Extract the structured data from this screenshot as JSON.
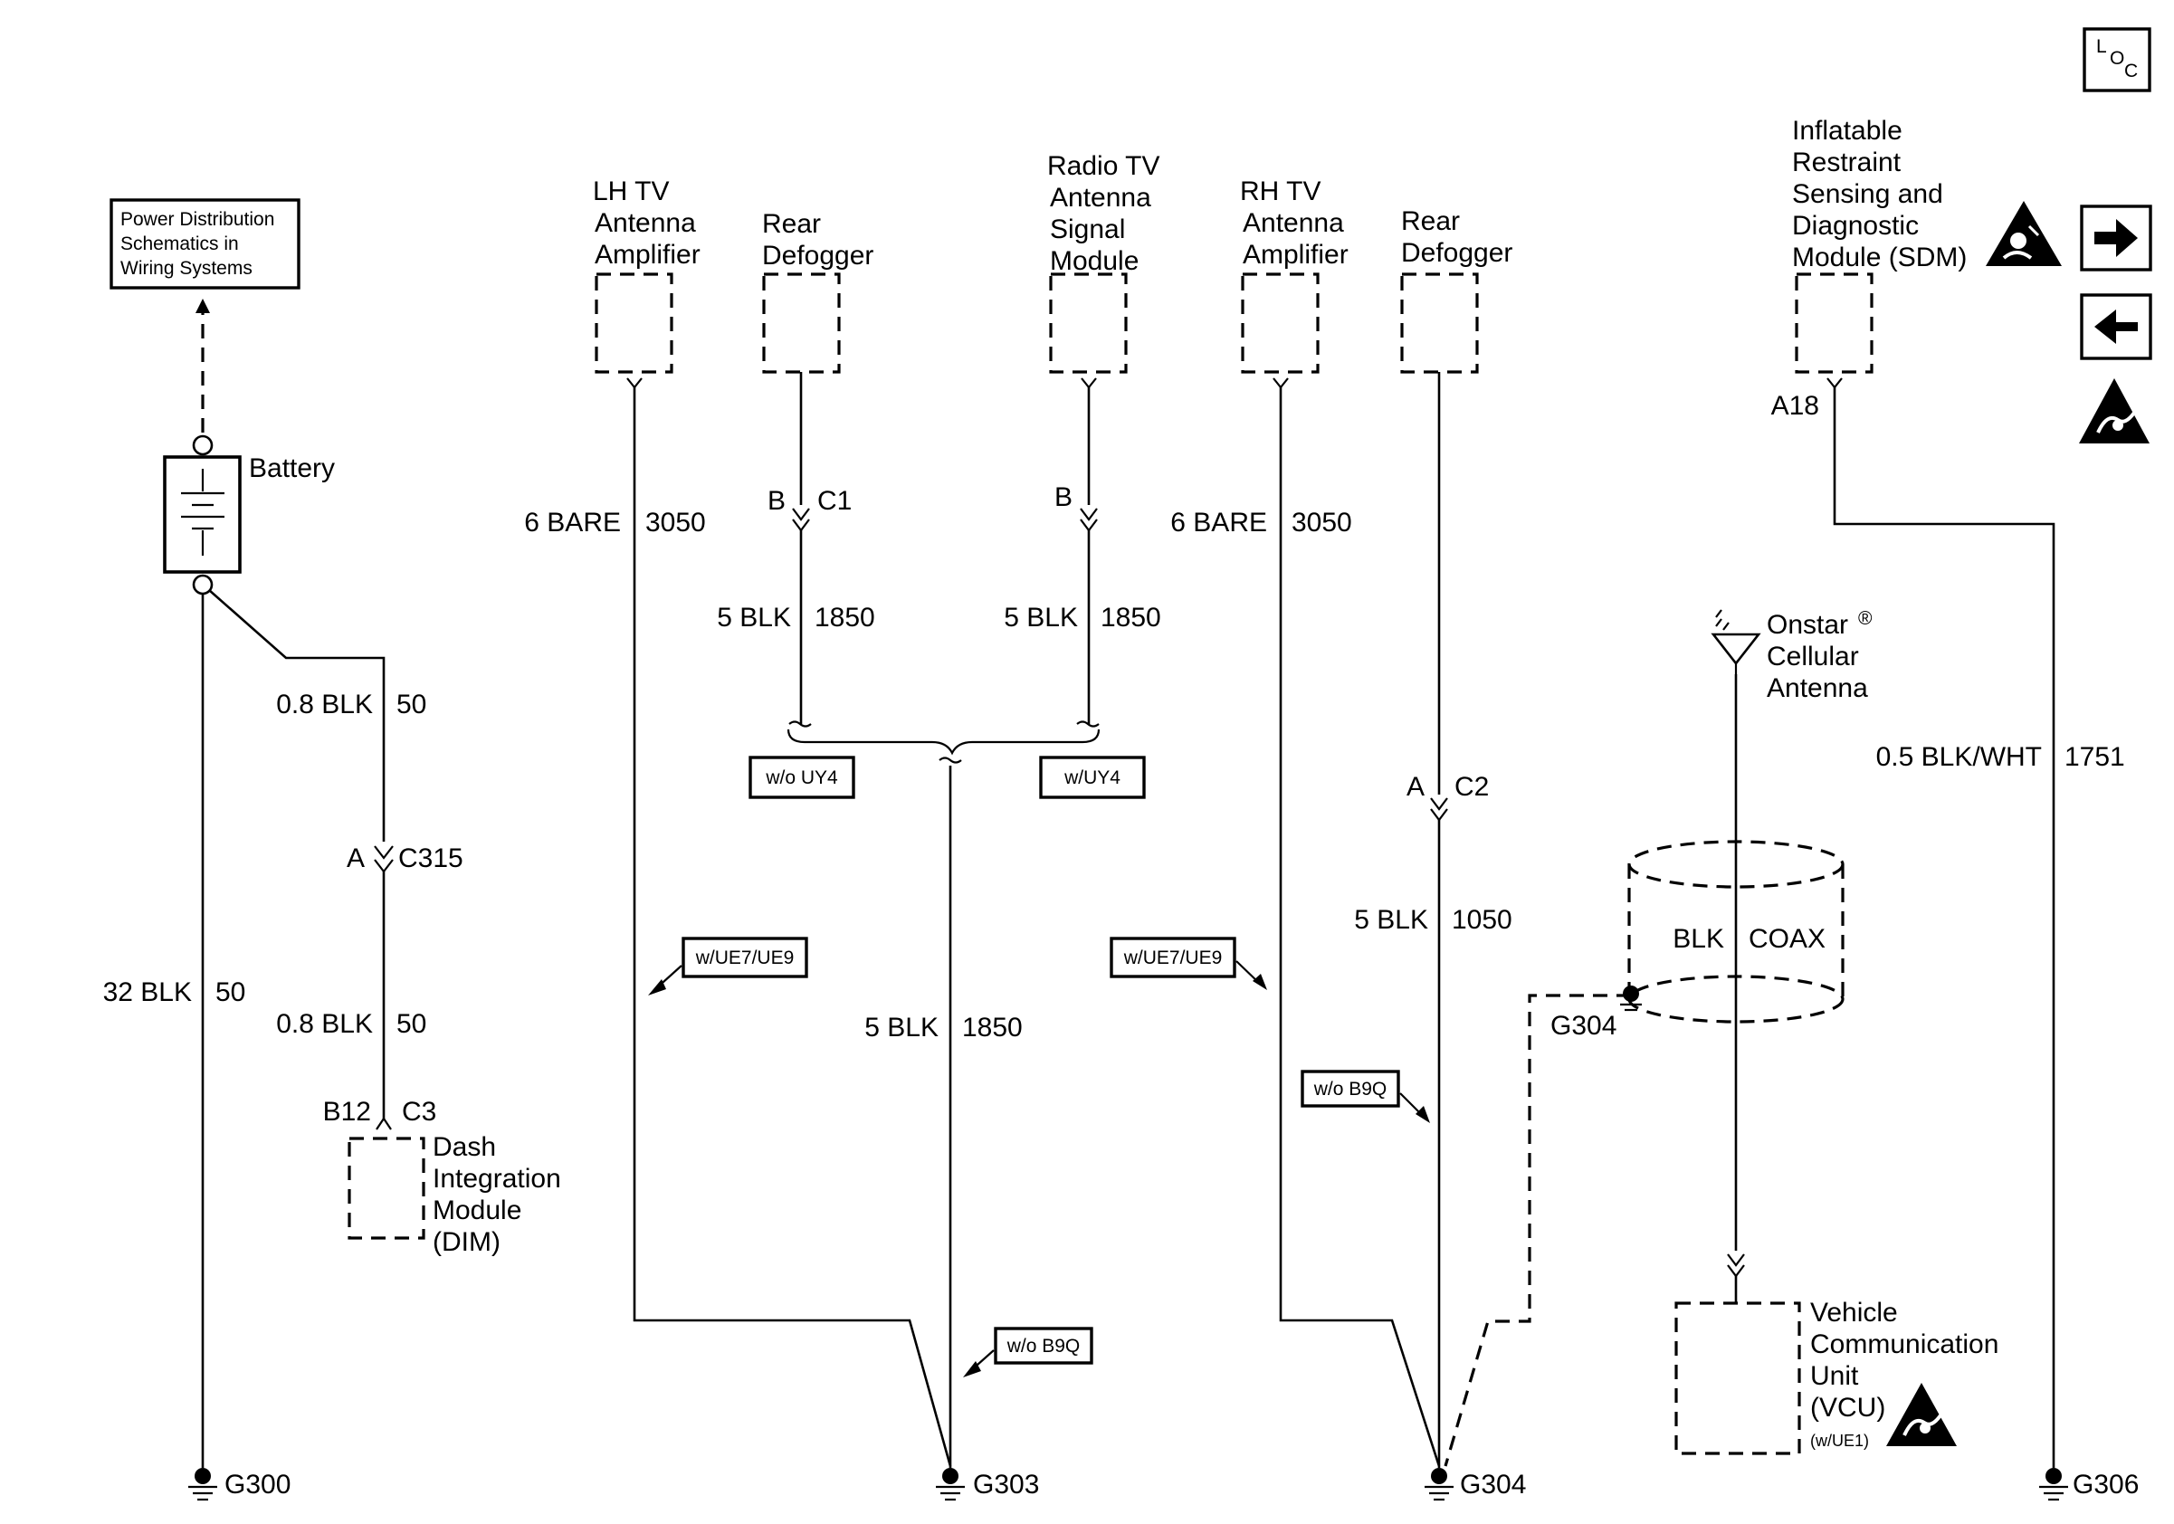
{
  "loc_icon": "LOC",
  "nav": {
    "forward": "arrow-right-icon",
    "back": "arrow-left-icon",
    "esd": "esd-warning-icon"
  },
  "power_ref": {
    "line1": "Power Distribution",
    "line2": "Schematics in",
    "line3": "Wiring Systems"
  },
  "battery": {
    "label": "Battery"
  },
  "wires": {
    "bat_ground": {
      "gauge": "32 BLK",
      "circuit": "50"
    },
    "bat_upper": {
      "gauge": "0.8 BLK",
      "circuit": "50"
    },
    "bat_lower": {
      "gauge": "0.8 BLK",
      "circuit": "50"
    },
    "lh_amp": {
      "gauge": "6 BARE",
      "circuit": "3050"
    },
    "defog1": {
      "gauge": "5 BLK",
      "circuit": "1850"
    },
    "radio": {
      "gauge": "5 BLK",
      "circuit": "1850"
    },
    "g303_main": {
      "gauge": "5 BLK",
      "circuit": "1850"
    },
    "rh_amp": {
      "gauge": "6 BARE",
      "circuit": "3050"
    },
    "defog2": {
      "gauge": "5 BLK",
      "circuit": "1050"
    },
    "coax": {
      "gauge": "BLK",
      "circuit": "COAX"
    },
    "sdm": {
      "gauge": "0.5 BLK/WHT",
      "circuit": "1751"
    }
  },
  "connectors": {
    "c315": {
      "pin": "A",
      "name": "C315"
    },
    "c3": {
      "pin": "B12",
      "name": "C3"
    },
    "c1": {
      "pin": "B",
      "name": "C1"
    },
    "radio_pin": {
      "pin": "B"
    },
    "c2": {
      "pin": "A",
      "name": "C2"
    },
    "sdm_pin": {
      "pin": "A18"
    }
  },
  "modules": {
    "dim": {
      "line1": "Dash",
      "line2": "Integration",
      "line3": "Module",
      "line4": "(DIM)"
    },
    "lh_amp": {
      "line1": "LH TV",
      "line2": "Antenna",
      "line3": "Amplifier"
    },
    "defog1": {
      "line1": "Rear",
      "line2": "Defogger"
    },
    "radio": {
      "line1": "Radio TV",
      "line2": "Antenna",
      "line3": "Signal",
      "line4": "Module"
    },
    "rh_amp": {
      "line1": "RH TV",
      "line2": "Antenna",
      "line3": "Amplifier"
    },
    "defog2": {
      "line1": "Rear",
      "line2": "Defogger"
    },
    "sdm": {
      "line1": "Inflatable",
      "line2": "Restraint",
      "line3": "Sensing and",
      "line4": "Diagnostic",
      "line5": "Module (SDM)"
    },
    "onstar": {
      "line1": "Onstar",
      "reg": "®",
      "line2": "Cellular",
      "line3": "Antenna"
    },
    "vcu": {
      "line1": "Vehicle",
      "line2": "Communication",
      "line3": "Unit",
      "line4": "(VCU)",
      "line5": "(w/UE1)"
    }
  },
  "options": {
    "wo_uy4": "w/o UY4",
    "w_uy4": "w/UY4",
    "ue7_left": "w/UE7/UE9",
    "ue7_right": "w/UE7/UE9",
    "wo_b9q_left": "w/o B9Q",
    "wo_b9q_right": "w/o B9Q"
  },
  "grounds": {
    "g300": "G300",
    "g303": "G303",
    "g304": "G304",
    "g304_splice": "G304",
    "g306": "G306"
  }
}
